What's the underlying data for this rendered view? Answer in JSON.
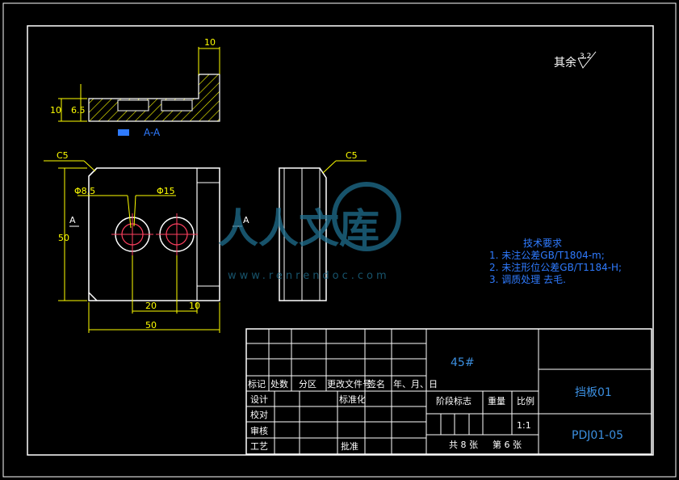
{
  "roughness_note": "其余",
  "roughness_value": "3.2",
  "section_label": "A-A",
  "section_marker": "A",
  "dims": {
    "top_width": "10",
    "section_height": "10",
    "section_inner": "6.5",
    "chamfer_left": "C5",
    "chamfer_right": "C5",
    "hole1": "Φ8.5",
    "hole2": "Φ15",
    "height": "50",
    "pitch1": "20",
    "pitch2": "10",
    "total_width": "50"
  },
  "notes": {
    "heading": "技术要求",
    "lines": [
      "1. 未注公差GB/T1804-m;",
      "2. 未注形位公差GB/T1184-H;",
      "3. 调质处理 去毛."
    ]
  },
  "watermark": {
    "text": "人人文库",
    "url": "www.renrendoc.com"
  },
  "title_block": {
    "material": "45#",
    "part_name": "挡板01",
    "part_number": "PDJ01-05",
    "scale": "1:1",
    "header_row": [
      "标记",
      "处数",
      "分区",
      "更改文件号",
      "签名",
      "年、月、日"
    ],
    "row_design": "设计",
    "row_check": "校对",
    "row_review": "审核",
    "row_process": "工艺",
    "standardize": "标准化",
    "approve": "批准",
    "stage_mark": "阶段标志",
    "weight": "重量",
    "ratio": "比例",
    "total_sheets": "共 8 张",
    "sheet_no": "第 6 张"
  }
}
